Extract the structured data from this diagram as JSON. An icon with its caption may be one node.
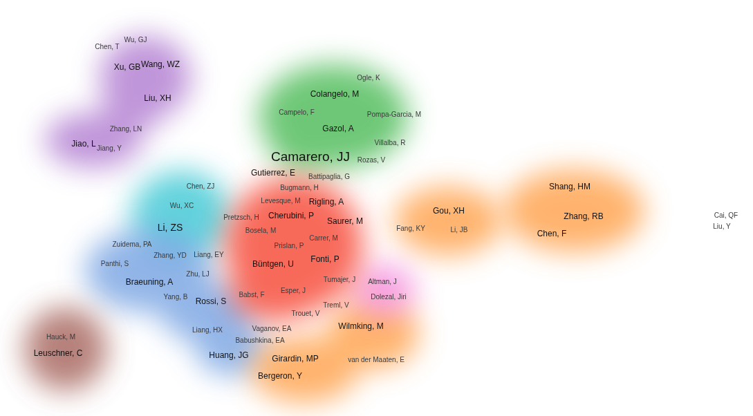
{
  "diagram": {
    "labels": [
      "Wu, GJ",
      "Chen, T",
      "Xu, GB",
      "Wang, WZ",
      "Ogle, K",
      "Liu, XH",
      "Colangelo, M",
      "Campelo, F",
      "Pompa-Garcia, M",
      "Zhang, LN",
      "Gazol, A",
      "Jiao, L",
      "Jiang, Y",
      "Villalba, R",
      "Camarero, JJ",
      "Rozas, V",
      "Gutierrez, E",
      "Battipaglia, G",
      "Chen, ZJ",
      "Bugmann, H",
      "Shang, HM",
      "Wu, XC",
      "Levesque, M",
      "Rigling, A",
      "Pretzsch, H",
      "Cherubini, P",
      "Saurer, M",
      "Gou, XH",
      "Zhang, RB",
      "Cai, QF",
      "Li, ZS",
      "Bosela, M",
      "Carrer, M",
      "Fang, KY",
      "Li, JB",
      "Chen, F",
      "Liu, Y",
      "Zuidema, PA",
      "Prislan, P",
      "Panthi, S",
      "Zhang, YD",
      "Liang, EY",
      "Büntgen, U",
      "Fonti, P",
      "Zhu, LJ",
      "Braeuning, A",
      "Tumajer, J",
      "Altman, J",
      "Yang, B",
      "Rossi, S",
      "Babst, F",
      "Esper, J",
      "Dolezal, Jiri",
      "Treml, V",
      "Trouet, V",
      "Liang, HX",
      "Vaganov, EA",
      "Wilmking, M",
      "Hauck, M",
      "Babushkina, EA",
      "Leuschner, C",
      "Huang, JG",
      "Girardin, MP",
      "van der Maaten, E",
      "Bergeron, Y"
    ]
  }
}
